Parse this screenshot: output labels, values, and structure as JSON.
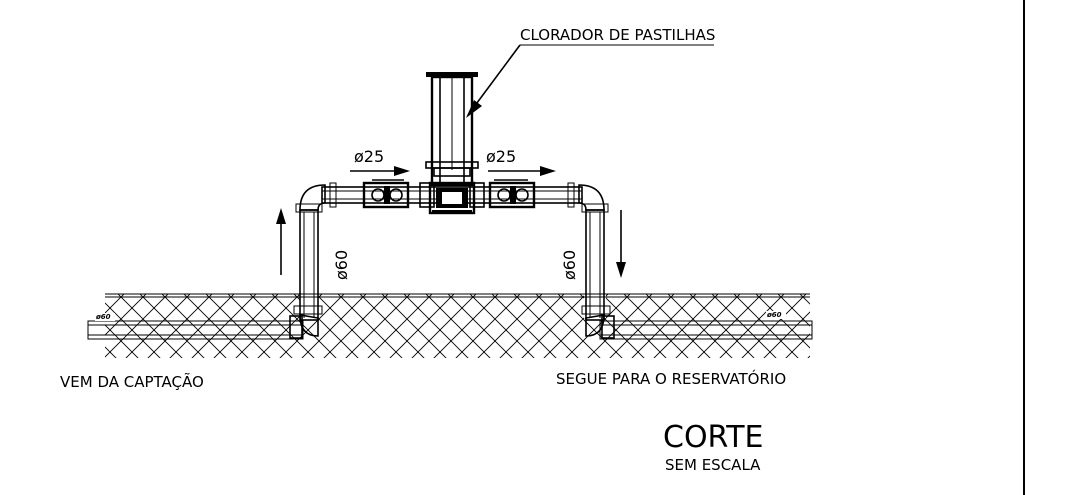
{
  "labels": {
    "chlorinator": "CLORADOR DE PASTILHAS",
    "inlet_diameter_top": "ø25",
    "outlet_diameter_top": "ø25",
    "riser_left_diameter": "ø60",
    "riser_right_diameter": "ø60",
    "buried_pipe_left": "ø60",
    "buried_pipe_right": "ø60",
    "source": "VEM DA CAPTAÇÃO",
    "destination": "SEGUE PARA O RESERVATÓRIO",
    "view_title": "CORTE",
    "scale_note": "SEM ESCALA"
  }
}
